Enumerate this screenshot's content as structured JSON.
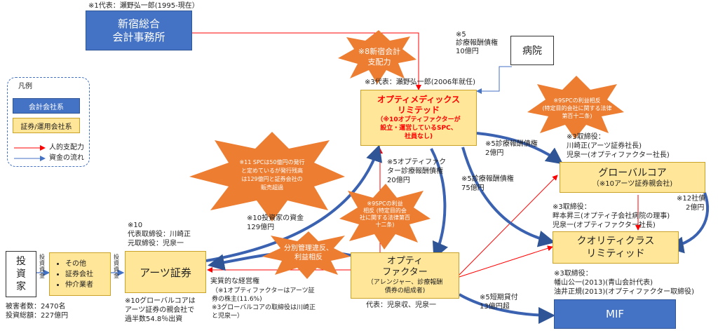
{
  "nodes": {
    "shinjuku": {
      "label1": "新宿総合",
      "label2": "会計事務所",
      "note": "※1代表：瀬野弘一郎(1995-現在）"
    },
    "hospital": {
      "label": "病院",
      "note1": "※5",
      "note2": "診療報酬債権",
      "note3": "10億円"
    },
    "optimedix": {
      "title1": "オプティメディックス",
      "title2": "リミテッド",
      "sub1": "（※10オプティファクターが",
      "sub2": "設立・運営しているSPC、",
      "sub3": "社員なし)",
      "note": "※3代表：瀬野弘一郎(2006年就任)"
    },
    "globalcore": {
      "title": "グローバルコア",
      "sub": "（※10アーツ証券親会社)",
      "note1": "※3取締役：",
      "note2": "川崎正(アーツ証券社長)",
      "note3": "児泉一(オプティファクター社長)"
    },
    "qualityclass": {
      "title1": "クオリティクラス",
      "title2": "リミティッド",
      "note1": "※3取締役：",
      "note2": "畔本昇三(オプティ子会社病院の理事)",
      "note3": "児泉一(オプティファクター社長)"
    },
    "mif": {
      "title": "MIF",
      "note1": "※3取締役：",
      "note2": "幡山公一(2013)(青山会計代表)",
      "note3": "油井正規(2013)(オプティファクター取締役)"
    },
    "investors": {
      "label1": "投",
      "label2": "資",
      "label3": "家",
      "stat1": "被害者数：2470名",
      "stat2": "投資総額：227億円"
    },
    "brokers": {
      "item1": "その他",
      "item2": "証券会社",
      "item3": "仲介業者"
    },
    "arts": {
      "title": "アーツ証券",
      "note1": "※10",
      "note2": "代表取締役：川崎正",
      "note3": "元取締役：児泉一",
      "below1": "※10グローバルコアは",
      "below2": "アーツ証券の親会社で",
      "below3": "過半数54.8％出資"
    },
    "optifactor": {
      "title1": "オプティ",
      "title2": "ファクター",
      "sub1": "（アレンジャー、診療報酬",
      "sub2": "債券の組成者)",
      "rep": "代表：児泉収、児泉一"
    }
  },
  "vertical_labels": {
    "invest1": "投資資金",
    "invest2": "投資資金"
  },
  "legend": {
    "title": "凡例",
    "item1": "会計会社系",
    "item2": "証券/運用会社系",
    "item3": "人的支配力",
    "item4": "資金の流れ"
  },
  "flow_labels": {
    "f1a": "※10投資家の資金",
    "f1b": "129億円",
    "f2a": "※5オプティファク",
    "f2b": "ター診療報酬債権",
    "f2c": "20億円",
    "f3a": "※5診療報酬債権",
    "f3b": "2億円",
    "f4a": "※5診療報酬債権",
    "f4b": "75億円",
    "f5a": "※12社債",
    "f5b": "2億円",
    "f6a": "※5短期貸付",
    "f6b": "13億円超",
    "f7a": "実質的な経営権",
    "f7b": "（※1オプティファクターはアーツ証",
    "f7c": "券の株主(11.6%)",
    "f7d": "※3グローバルコアの取締役は川崎正",
    "f7e": "と児泉一）"
  },
  "stars": {
    "s1": "※8新宿会計\n支配力",
    "s2": "※9SPCの利益相反\n(特定目的会社に関する法律\n第百十二条)",
    "s3": "※11 SPCは50億円の発行\nと定めているが発行残高\nは129億円と証券会社の\n販売超過",
    "s4": "※9SPCの利益\n相反 (特定目的会\n社に関する法律第百\n十二条)",
    "s5": "分別管理違反、\n利益相反"
  },
  "colors": {
    "blue": "#4472c4",
    "yellow": "#ffe699",
    "orange": "#ed7d31",
    "arrow_red": "#ff0000",
    "arrow_blue": "#4472c4"
  }
}
